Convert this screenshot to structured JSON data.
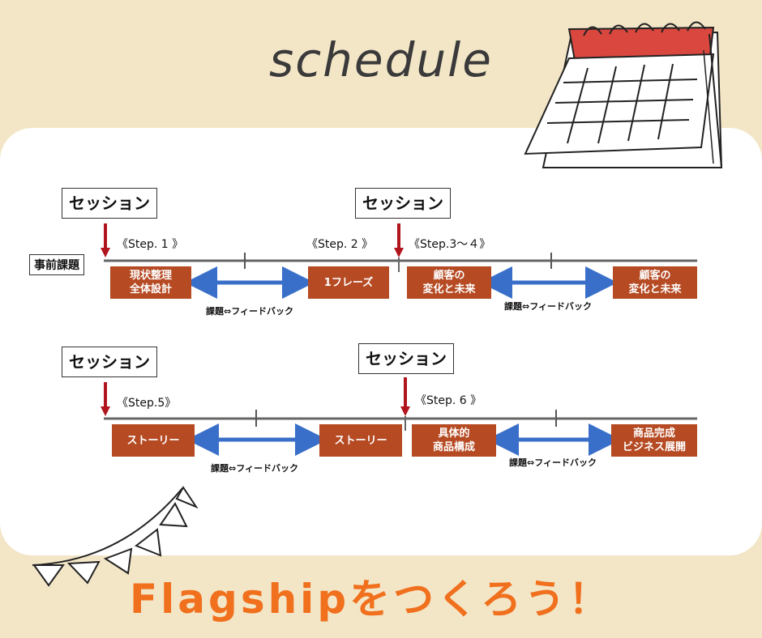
{
  "header": {
    "title": "schedule"
  },
  "diagram": {
    "pre_task_label": "事前課題",
    "row1": {
      "session1": "セッション",
      "session2": "セッション",
      "step_a": "《Step. 1 》",
      "step_b": "《Step. 2 》",
      "step_c": "《Step.3～４》",
      "box1_line1": "現状整理",
      "box1_line2": "全体設計",
      "box2": "1フレーズ",
      "box3_line1": "顧客の",
      "box3_line2": "変化と未来",
      "box4_line1": "顧客の",
      "box4_line2": "変化と未来",
      "feedback1": "課題⇔フィードバック",
      "feedback2": "課題⇔フィードバック"
    },
    "row2": {
      "session1": "セッション",
      "session2": "セッション",
      "step_a": "《Step.5》",
      "step_b": "《Step. 6 》",
      "box1": "ストーリー",
      "box2": "ストーリー",
      "box3_line1": "具体的",
      "box3_line2": "商品構成",
      "box4_line1": "商品完成",
      "box4_line2": "ビジネス展開",
      "feedback1": "課題⇔フィードバック",
      "feedback2": "課題⇔フィードバック"
    }
  },
  "footer": {
    "slogan": "Flagshipをつくろう！"
  },
  "colors": {
    "box": "#b54a23",
    "arrow": "#3a6fc9",
    "marker": "#b0141c",
    "accent": "#f0701e",
    "calendar_top": "#d9473f"
  },
  "icons": [
    "calendar-icon",
    "bunting-decoration"
  ]
}
